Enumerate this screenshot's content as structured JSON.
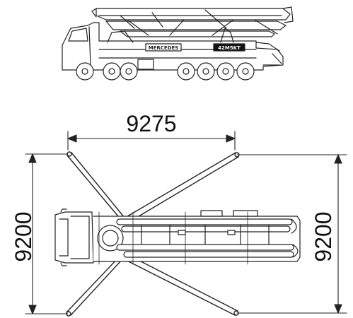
{
  "colors": {
    "line": "#222222",
    "fill": "#ffffff",
    "background": "#ffffff"
  },
  "side_view": {
    "brand_plate": "MERCEDES",
    "model_badge": "42M5KT"
  },
  "dimensions": {
    "span_width": "9275",
    "span_height_left": "9200",
    "span_height_right": "9200"
  }
}
